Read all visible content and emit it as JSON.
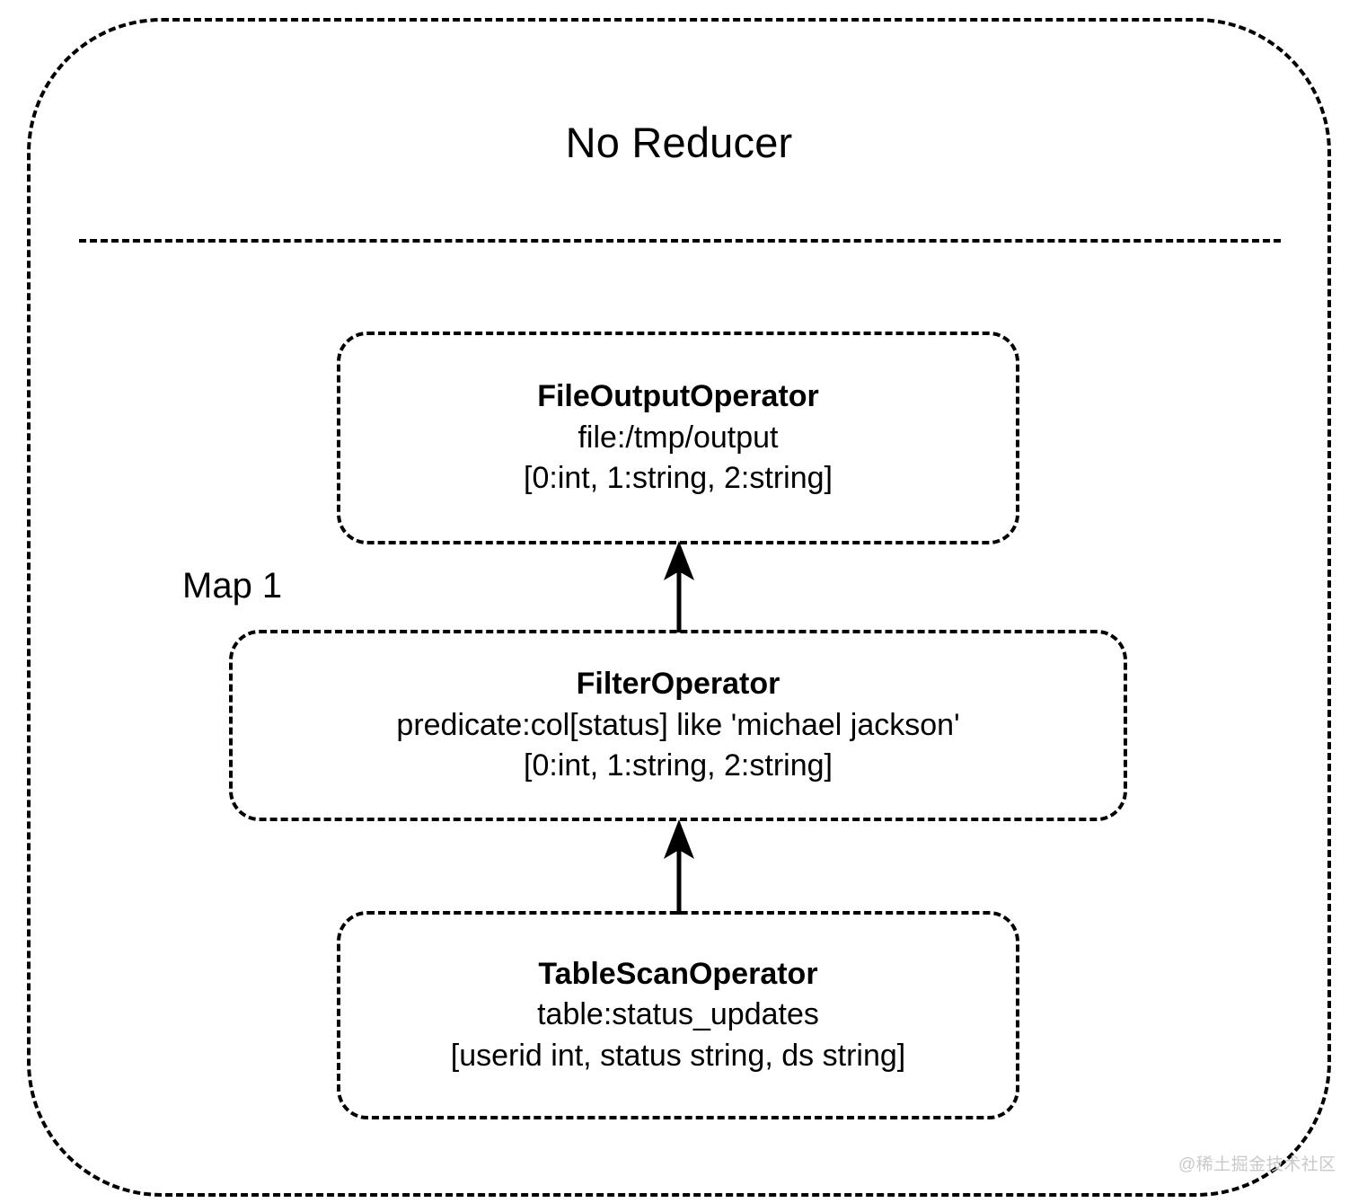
{
  "diagram": {
    "title": "No Reducer",
    "stage_label": "Map 1",
    "watermark": "@稀土掘金技术社区",
    "colors": {
      "stroke": "#000000",
      "background": "#ffffff",
      "watermark": "#c9c9c9"
    },
    "nodes": [
      {
        "id": "file-output-operator",
        "title": "FileOutputOperator",
        "detail": "file:/tmp/output",
        "schema": "[0:int, 1:string, 2:string]"
      },
      {
        "id": "filter-operator",
        "title": "FilterOperator",
        "detail": "predicate:col[status] like 'michael jackson'",
        "schema": "[0:int, 1:string, 2:string]"
      },
      {
        "id": "table-scan-operator",
        "title": "TableScanOperator",
        "detail": "table:status_updates",
        "schema": "[userid int, status string, ds string]"
      }
    ],
    "edges": [
      {
        "id": "scan-to-filter",
        "from": "table-scan-operator",
        "to": "filter-operator",
        "direction": "up"
      },
      {
        "id": "filter-to-output",
        "from": "filter-operator",
        "to": "file-output-operator",
        "direction": "up"
      }
    ]
  }
}
